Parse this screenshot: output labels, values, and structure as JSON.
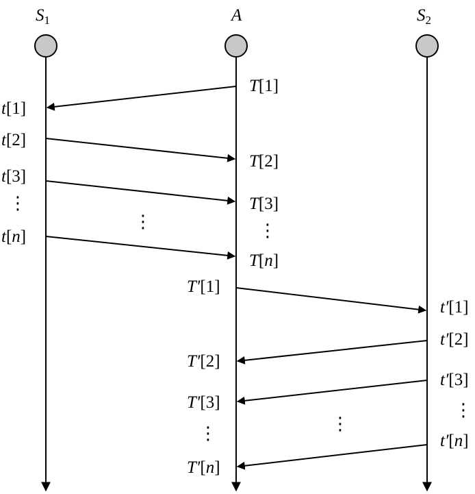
{
  "participants": [
    {
      "id": "s1",
      "name": "S",
      "sub": "1"
    },
    {
      "id": "a",
      "name": "A",
      "sub": ""
    },
    {
      "id": "s2",
      "name": "S",
      "sub": "2"
    }
  ],
  "labels": {
    "T1": {
      "pre": "T",
      "idx": "[1]"
    },
    "T2": {
      "pre": "T",
      "idx": "[2]"
    },
    "T3": {
      "pre": "T",
      "idx": "[3]"
    },
    "Tn": {
      "pre": "T",
      "open": "[",
      "var": "n",
      "close": "]"
    },
    "t1": {
      "pre": "t",
      "idx": "[1]"
    },
    "t2": {
      "pre": "t",
      "idx": "[2]"
    },
    "t3": {
      "pre": "t",
      "idx": "[3]"
    },
    "tn": {
      "pre": "t",
      "open": "[",
      "var": "n",
      "close": "]"
    },
    "Tp1": {
      "pre": "T′",
      "idx": "[1]"
    },
    "Tp2": {
      "pre": "T′",
      "idx": "[2]"
    },
    "Tp3": {
      "pre": "T′",
      "idx": "[3]"
    },
    "Tpn": {
      "pre": "T′",
      "open": "[",
      "var": "n",
      "close": "]"
    },
    "tp1": {
      "pre": "t′",
      "idx": "[1]"
    },
    "tp2": {
      "pre": "t′",
      "idx": "[2]"
    },
    "tp3": {
      "pre": "t′",
      "idx": "[3]"
    },
    "tpn": {
      "pre": "t′",
      "open": "[",
      "var": "n",
      "close": "]"
    }
  },
  "ellipsis": "⋮",
  "messages": [
    {
      "from": "A",
      "to": "S1",
      "send": "T1",
      "recv": "t1"
    },
    {
      "from": "S1",
      "to": "A",
      "send": "t2",
      "recv": "T2"
    },
    {
      "from": "S1",
      "to": "A",
      "send": "t3",
      "recv": "T3"
    },
    {
      "from": "S1",
      "to": "A",
      "send": "tn",
      "recv": "Tn"
    },
    {
      "from": "A",
      "to": "S2",
      "send": "Tp1",
      "recv": "tp1"
    },
    {
      "from": "S2",
      "to": "A",
      "send": "tp2",
      "recv": "Tp2"
    },
    {
      "from": "S2",
      "to": "A",
      "send": "tp3",
      "recv": "Tp3"
    },
    {
      "from": "S2",
      "to": "A",
      "send": "tpn",
      "recv": "Tpn"
    }
  ],
  "colors": {
    "node_fill": "#c8c8c8",
    "line": "#000000"
  }
}
